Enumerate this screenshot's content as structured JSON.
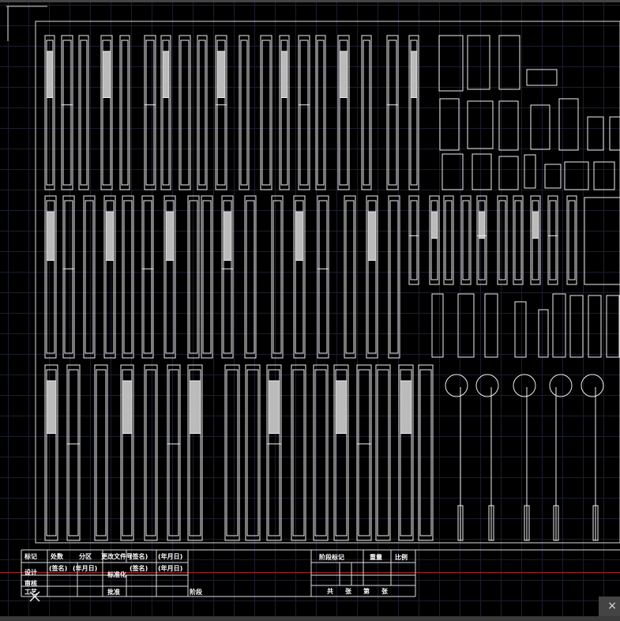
{
  "title_block": {
    "row1": [
      "标记",
      "处数",
      "分区",
      "更改文件号",
      "(签名)",
      "(年月日)"
    ],
    "design": "设计",
    "sign": "(签名)",
    "date": "(年月日)",
    "standard": "标准化",
    "sign2": "(签名)",
    "date2": "(年月日)",
    "review": "审核",
    "process": "工艺",
    "approve": "批准",
    "phase": "阶段",
    "right_headers": [
      "阶段标记",
      "重量",
      "比例"
    ],
    "sheet": [
      "共",
      "张",
      "第",
      "张"
    ]
  },
  "ucs_icon": "ucs-cross-icon",
  "close_label": "×",
  "colors": {
    "background": "#000000",
    "lines": "#ffffff",
    "grid": "#1c1e2c",
    "crosshair": "#aa2222"
  }
}
